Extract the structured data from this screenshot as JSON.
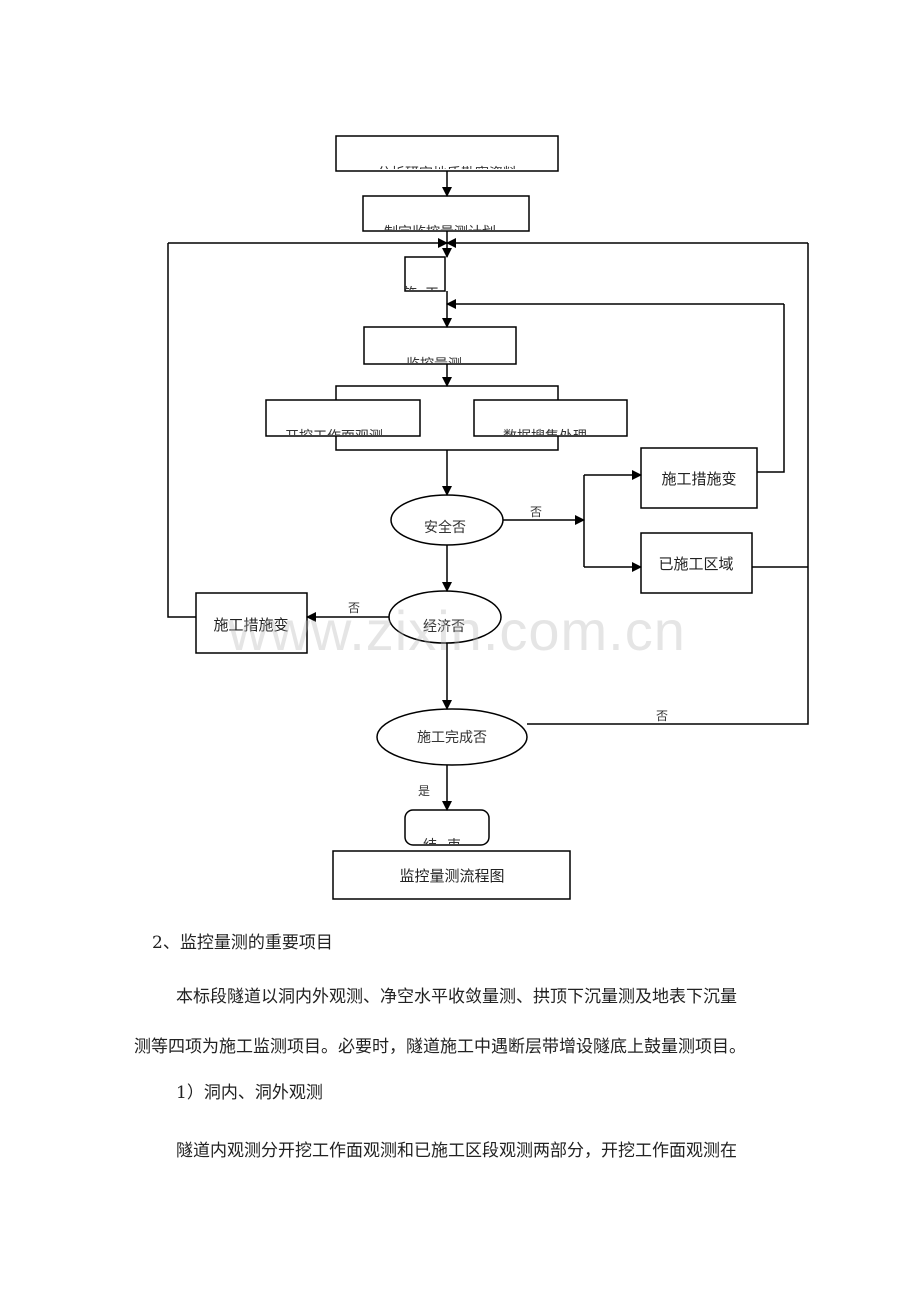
{
  "flowchart": {
    "caption": "监控量测流程图",
    "nodes": {
      "analyze": "分析研究地质勘察资料",
      "plan": "制定监控量测计划",
      "construct": "施工",
      "monitor": "监控量测",
      "face_observe": "开挖工作面观测",
      "data_collect": "数据搜集处理",
      "safe": "安全否",
      "measure_change_right": "施工措施变",
      "built_area": "已施工区域",
      "economic": "经济否",
      "measure_change_left": "施工措施变",
      "complete": "施工完成否",
      "end": "结束"
    },
    "edge_labels": {
      "safe_no": "否",
      "economic_no": "否",
      "complete_no": "否",
      "complete_yes": "是"
    }
  },
  "watermark": "www.zixin.com.cn",
  "document": {
    "section_heading": "2、监控量测的重要项目",
    "para1_line1": "本标段隧道以洞内外观测、净空水平收敛量测、拱顶下沉量测及地表下沉量",
    "para1_line2": "测等四项为施工监测项目。必要时，隧道施工中遇断层带增设隧底上鼓量测项目。",
    "subheading": "1）洞内、洞外观测",
    "para2_line1": "隧道内观测分开挖工作面观测和已施工区段观测两部分，开挖工作面观测在"
  }
}
